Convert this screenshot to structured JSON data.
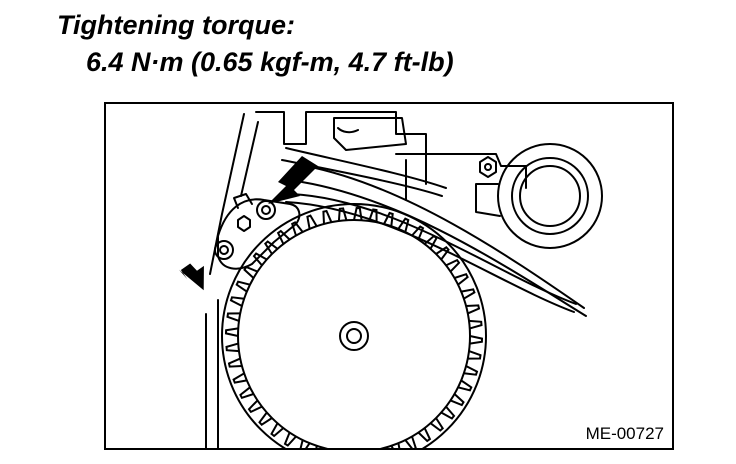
{
  "caption": {
    "heading": "Tightening torque:",
    "value": "6.4 N·m (0.65 kgf-m, 4.7 ft-lb)"
  },
  "figure": {
    "id": "ME-00727"
  },
  "colors": {
    "ink": "#000000",
    "paper": "#ffffff"
  }
}
